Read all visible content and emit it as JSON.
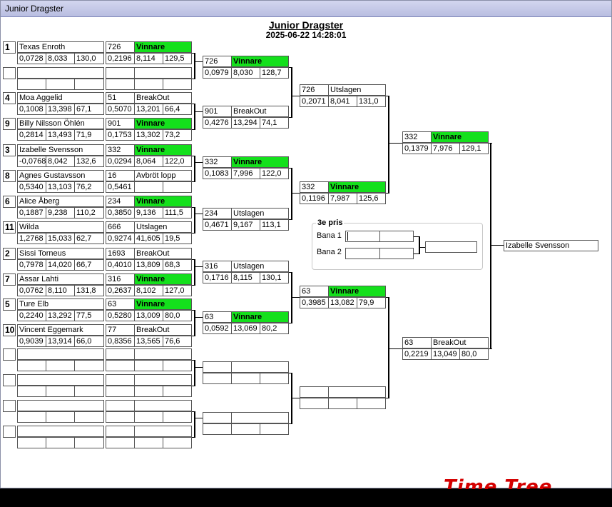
{
  "window": {
    "title": "Junior Dragster"
  },
  "header": {
    "title": "Junior Dragster",
    "datetime": "2025-06-22 14:28:01"
  },
  "round1": [
    {
      "seed": "1",
      "name": "Texas Enroth",
      "rt": "0,0728",
      "et": "8,033",
      "speed": "130,0",
      "no": "726",
      "result": "Vinnare",
      "rt2": "0,2196",
      "et2": "8,114",
      "speed2": "129,5",
      "winner": true
    },
    {
      "seed": "",
      "name": "",
      "rt": "",
      "et": "",
      "speed": "",
      "no": "",
      "result": "",
      "rt2": "",
      "et2": "",
      "speed2": "",
      "winner": false
    },
    {
      "seed": "4",
      "name": "Moa Aggelid",
      "rt": "0,1008",
      "et": "13,398",
      "speed": "67,1",
      "no": "51",
      "result": "BreakOut",
      "rt2": "0,5070",
      "et2": "13,201",
      "speed2": "66,4",
      "winner": false
    },
    {
      "seed": "9",
      "name": "Billy Nilsson Öhlén",
      "rt": "0,2814",
      "et": "13,493",
      "speed": "71,9",
      "no": "901",
      "result": "Vinnare",
      "rt2": "0,1753",
      "et2": "13,302",
      "speed2": "73,2",
      "winner": true
    },
    {
      "seed": "3",
      "name": "Izabelle Svensson",
      "rt": "-0,0768",
      "et": "8,042",
      "speed": "132,6",
      "no": "332",
      "result": "Vinnare",
      "rt2": "0,0294",
      "et2": "8,064",
      "speed2": "122,0",
      "winner": true
    },
    {
      "seed": "8",
      "name": "Agnes Gustavsson",
      "rt": "0,5340",
      "et": "13,103",
      "speed": "76,2",
      "no": "16",
      "result": "Avbröt lopp",
      "rt2": "0,5461",
      "et2": "",
      "speed2": "",
      "winner": false
    },
    {
      "seed": "6",
      "name": "Alice Åberg",
      "rt": "0,1887",
      "et": "9,238",
      "speed": "110,2",
      "no": "234",
      "result": "Vinnare",
      "rt2": "0,3850",
      "et2": "9,136",
      "speed2": "111,5",
      "winner": true
    },
    {
      "seed": "11",
      "name": "Wilda",
      "rt": "1,2768",
      "et": "15,033",
      "speed": "62,7",
      "no": "666",
      "result": "Utslagen",
      "rt2": "0,9274",
      "et2": "41,605",
      "speed2": "19,5",
      "winner": false
    },
    {
      "seed": "2",
      "name": "Sissi Torneus",
      "rt": "0,7978",
      "et": "14,020",
      "speed": "66,7",
      "no": "1693",
      "result": "BreakOut",
      "rt2": "0,4010",
      "et2": "13,809",
      "speed2": "68,3",
      "winner": false
    },
    {
      "seed": "7",
      "name": "Assar Lahti",
      "rt": "0,0762",
      "et": "8,110",
      "speed": "131,8",
      "no": "316",
      "result": "Vinnare",
      "rt2": "0,2637",
      "et2": "8,102",
      "speed2": "127,0",
      "winner": true
    },
    {
      "seed": "5",
      "name": "Ture Elb",
      "rt": "0,2240",
      "et": "13,292",
      "speed": "77,5",
      "no": "63",
      "result": "Vinnare",
      "rt2": "0,5280",
      "et2": "13,009",
      "speed2": "80,0",
      "winner": true
    },
    {
      "seed": "10",
      "name": "Vincent Eggemark",
      "rt": "0,9039",
      "et": "13,914",
      "speed": "66,0",
      "no": "77",
      "result": "BreakOut",
      "rt2": "0,8356",
      "et2": "13,565",
      "speed2": "76,6",
      "winner": false
    },
    {
      "seed": "",
      "name": "",
      "rt": "",
      "et": "",
      "speed": "",
      "no": "",
      "result": "",
      "rt2": "",
      "et2": "",
      "speed2": "",
      "winner": false
    },
    {
      "seed": "",
      "name": "",
      "rt": "",
      "et": "",
      "speed": "",
      "no": "",
      "result": "",
      "rt2": "",
      "et2": "",
      "speed2": "",
      "winner": false
    },
    {
      "seed": "",
      "name": "",
      "rt": "",
      "et": "",
      "speed": "",
      "no": "",
      "result": "",
      "rt2": "",
      "et2": "",
      "speed2": "",
      "winner": false
    },
    {
      "seed": "",
      "name": "",
      "rt": "",
      "et": "",
      "speed": "",
      "no": "",
      "result": "",
      "rt2": "",
      "et2": "",
      "speed2": "",
      "winner": false
    }
  ],
  "round2": [
    {
      "no": "726",
      "result": "Vinnare",
      "rt": "0,0979",
      "et": "8,030",
      "speed": "128,7",
      "winner": true
    },
    {
      "no": "901",
      "result": "BreakOut",
      "rt": "0,4276",
      "et": "13,294",
      "speed": "74,1",
      "winner": false
    },
    {
      "no": "332",
      "result": "Vinnare",
      "rt": "0,1083",
      "et": "7,996",
      "speed": "122,0",
      "winner": true
    },
    {
      "no": "234",
      "result": "Utslagen",
      "rt": "0,4671",
      "et": "9,167",
      "speed": "113,1",
      "winner": false
    },
    {
      "no": "316",
      "result": "Utslagen",
      "rt": "0,1716",
      "et": "8,115",
      "speed": "130,1",
      "winner": false
    },
    {
      "no": "63",
      "result": "Vinnare",
      "rt": "0,0592",
      "et": "13,069",
      "speed": "80,2",
      "winner": true
    },
    {
      "no": "",
      "result": "",
      "rt": "",
      "et": "",
      "speed": "",
      "winner": false
    },
    {
      "no": "",
      "result": "",
      "rt": "",
      "et": "",
      "speed": "",
      "winner": false
    }
  ],
  "round3": [
    {
      "no": "726",
      "result": "Utslagen",
      "rt": "0,2071",
      "et": "8,041",
      "speed": "131,0",
      "winner": false
    },
    {
      "no": "332",
      "result": "Vinnare",
      "rt": "0,1196",
      "et": "7,987",
      "speed": "125,6",
      "winner": true
    },
    {
      "no": "63",
      "result": "Vinnare",
      "rt": "0,3985",
      "et": "13,082",
      "speed": "79,9",
      "winner": true
    },
    {
      "no": "",
      "result": "",
      "rt": "",
      "et": "",
      "speed": "",
      "winner": false
    }
  ],
  "round4": [
    {
      "no": "332",
      "result": "Vinnare",
      "rt": "0,1379",
      "et": "7,976",
      "speed": "129,1",
      "winner": true
    },
    {
      "no": "63",
      "result": "BreakOut",
      "rt": "0,2219",
      "et": "13,049",
      "speed": "80,0",
      "winner": false
    }
  ],
  "final": {
    "winner": "Izabelle Svensson"
  },
  "third_prize": {
    "title": "3e pris",
    "lane1": "Bana 1",
    "lane2": "Bana 2"
  },
  "brand": "Time Tree",
  "colors": {
    "winner_bg": "#14e01c",
    "titlebar": "#c6cae8"
  }
}
